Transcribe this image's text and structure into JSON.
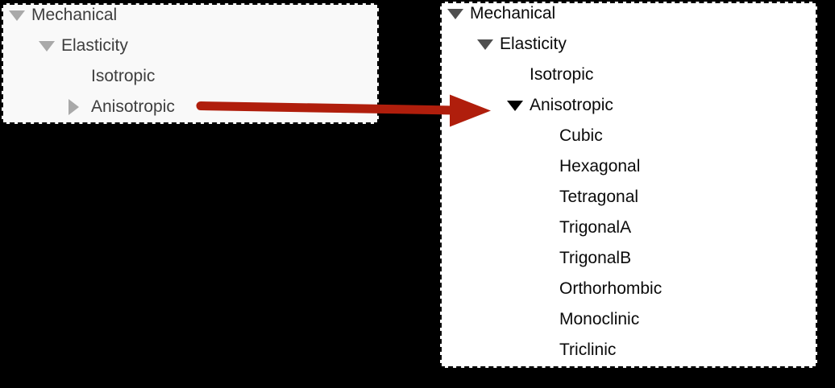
{
  "page": {
    "background_color": "#000000",
    "description": "Tree widget before/after expanding the Anisotropic node"
  },
  "arrow": {
    "icon": "red-arrow-right-icon",
    "color": "#b01e0c",
    "meaning": "expand Anisotropic node"
  },
  "left_tree": {
    "state": "Anisotropic collapsed",
    "background_color": "#f9f9f9",
    "text_color": "#3e3e3e",
    "triangle_color": "#a9a9a9",
    "border_style": "black dashed",
    "nodes": [
      {
        "label": "Mechanical",
        "level": 0,
        "state": "expanded"
      },
      {
        "label": "Elasticity",
        "level": 1,
        "state": "expanded"
      },
      {
        "label": "Isotropic",
        "level": 2,
        "state": "leaf"
      },
      {
        "label": "Anisotropic",
        "level": 2,
        "state": "collapsed"
      }
    ]
  },
  "right_tree": {
    "state": "Anisotropic expanded",
    "background_color": "#ffffff",
    "text_color": "#0a0a0a",
    "triangle_color": "#4f4f4f",
    "expanded_triangle_color": "#000000",
    "border_style": "black dashed",
    "nodes": [
      {
        "label": "Mechanical",
        "level": 0,
        "state": "expanded"
      },
      {
        "label": "Elasticity",
        "level": 1,
        "state": "expanded"
      },
      {
        "label": "Isotropic",
        "level": 2,
        "state": "leaf"
      },
      {
        "label": "Anisotropic",
        "level": 2,
        "state": "expanded"
      },
      {
        "label": "Cubic",
        "level": 3,
        "state": "leaf"
      },
      {
        "label": "Hexagonal",
        "level": 3,
        "state": "leaf"
      },
      {
        "label": "Tetragonal",
        "level": 3,
        "state": "leaf"
      },
      {
        "label": "TrigonalA",
        "level": 3,
        "state": "leaf"
      },
      {
        "label": "TrigonalB",
        "level": 3,
        "state": "leaf"
      },
      {
        "label": "Orthorhombic",
        "level": 3,
        "state": "leaf"
      },
      {
        "label": "Monoclinic",
        "level": 3,
        "state": "leaf"
      },
      {
        "label": "Triclinic",
        "level": 3,
        "state": "leaf"
      }
    ]
  }
}
